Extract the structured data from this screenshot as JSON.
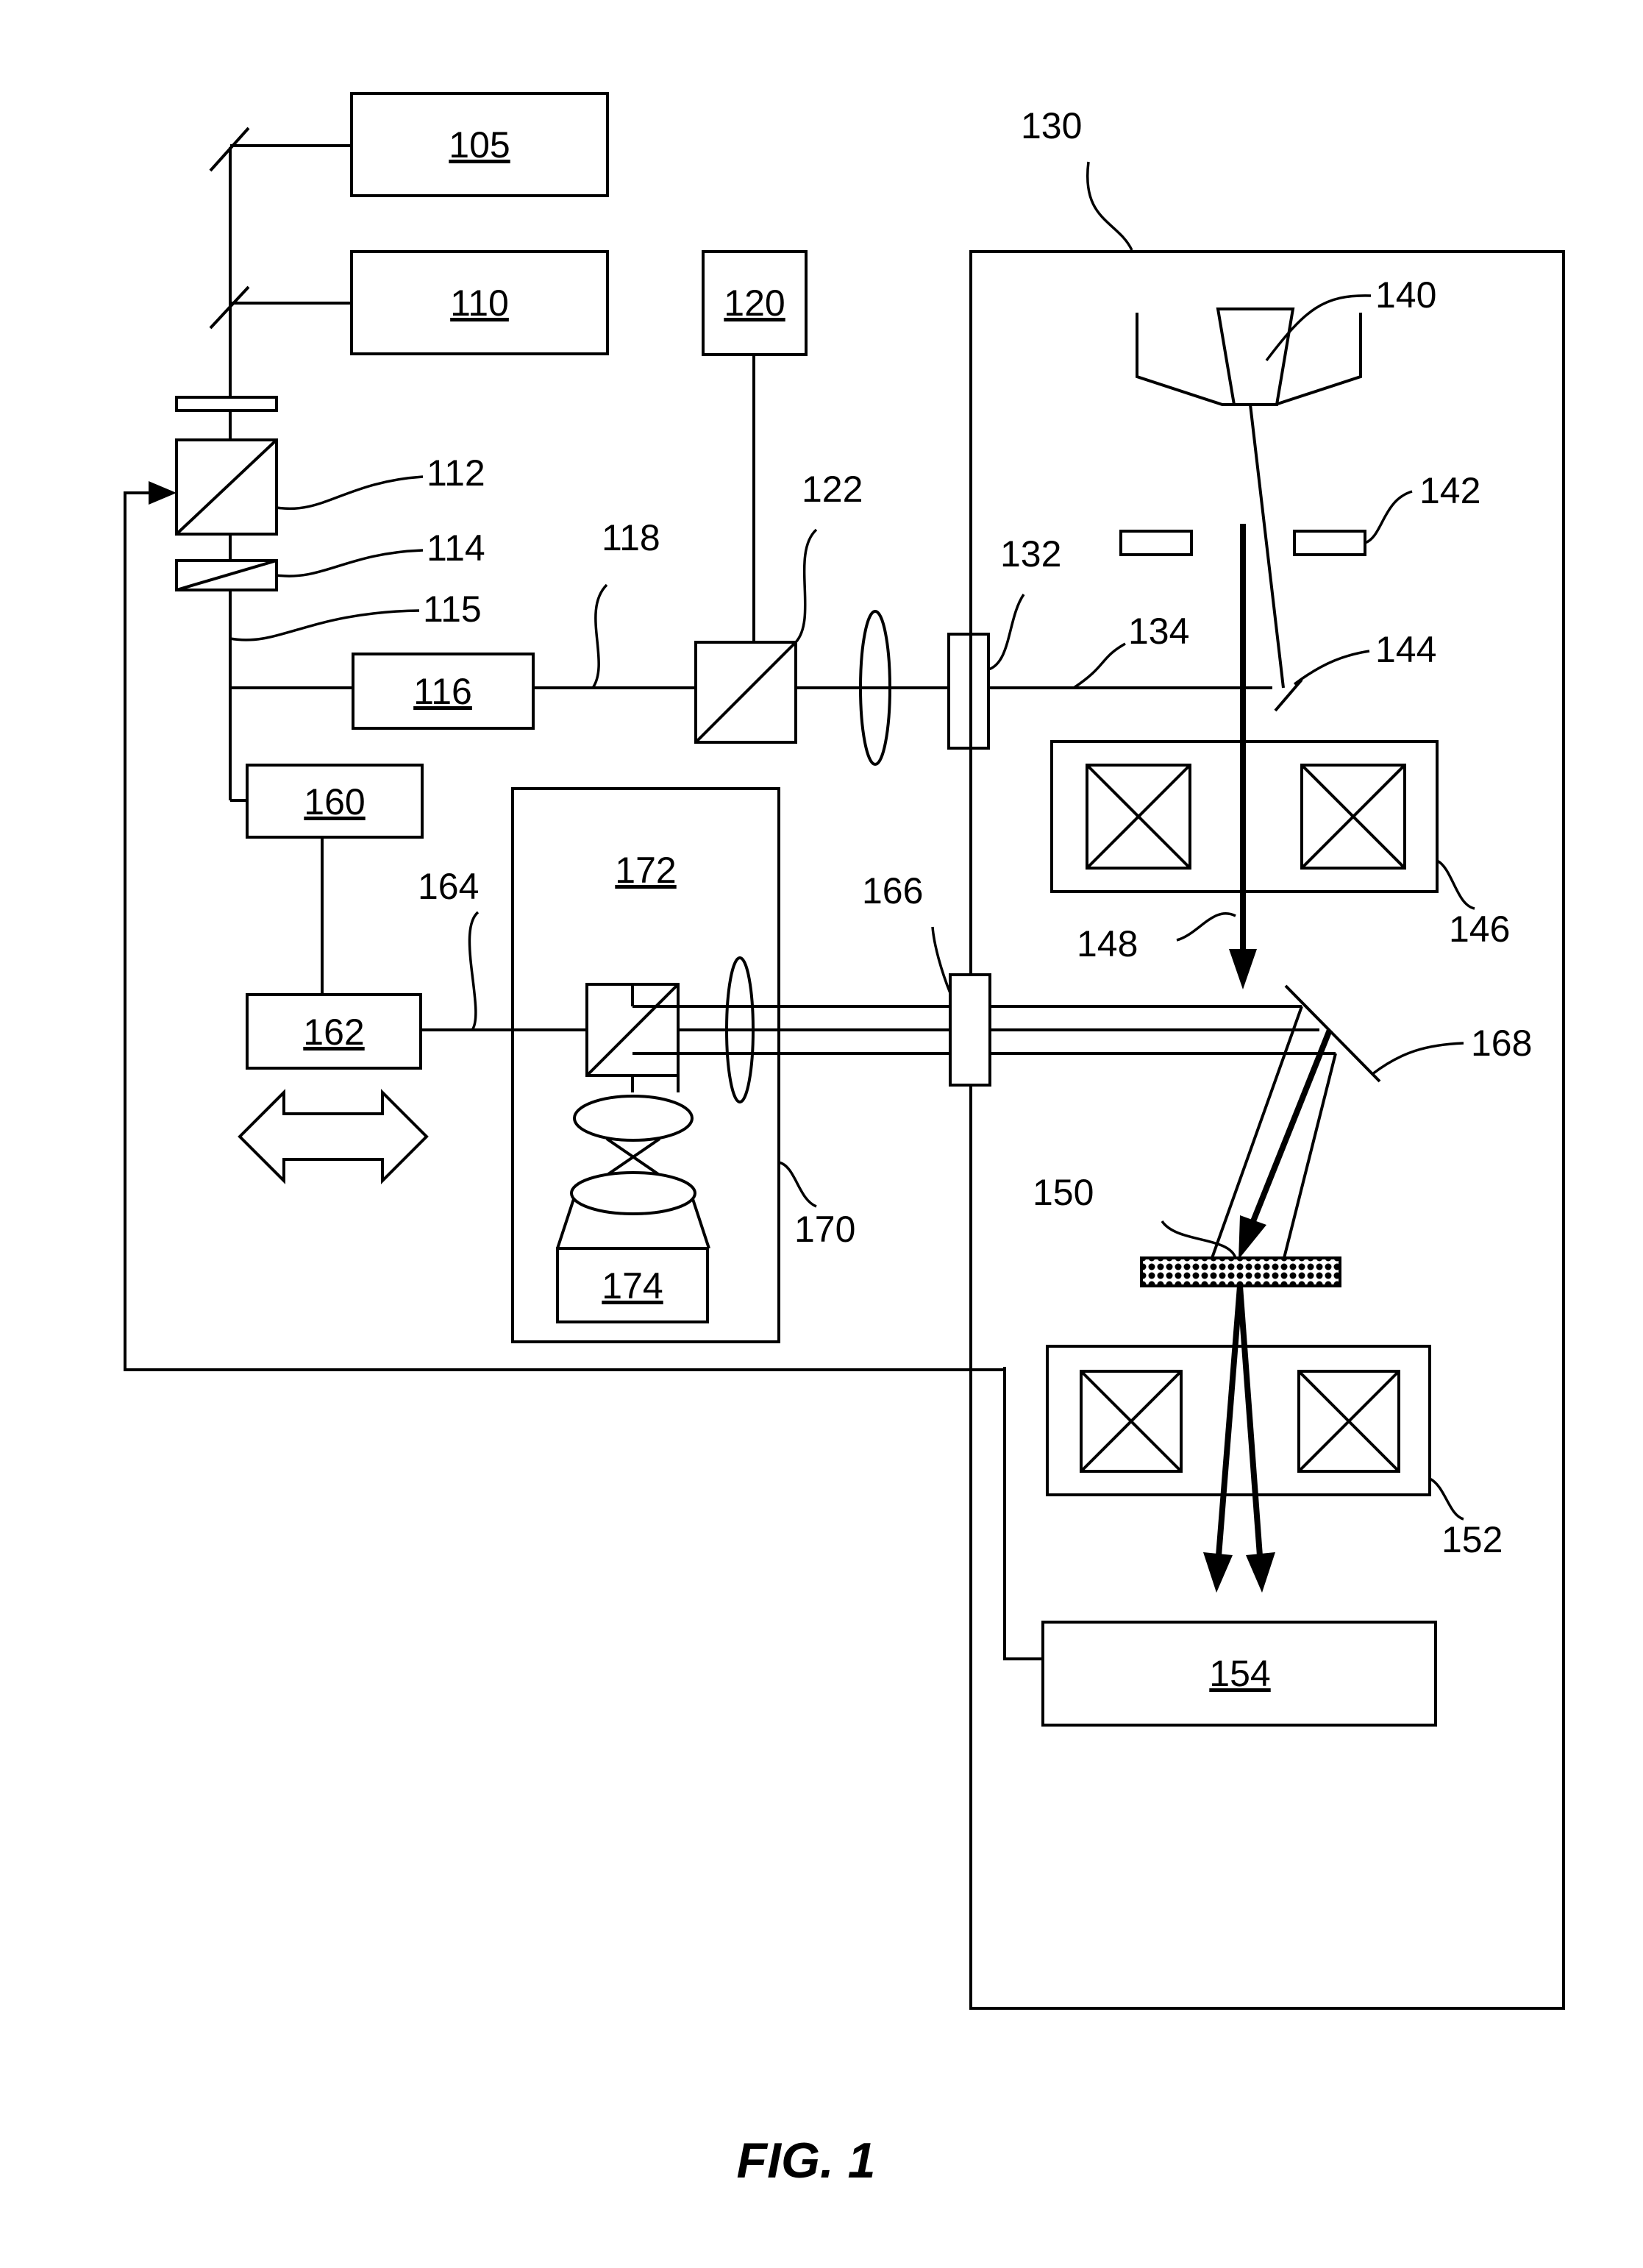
{
  "figure": {
    "caption": "FIG. 1",
    "components": {
      "c105": "105",
      "c110": "110",
      "c116": "116",
      "c120": "120",
      "c154": "154",
      "c160": "160",
      "c162": "162",
      "c172": "172",
      "c174": "174"
    },
    "callouts": {
      "r112": "112",
      "r114": "114",
      "r115": "115",
      "r118": "118",
      "r122": "122",
      "r130": "130",
      "r132": "132",
      "r134": "134",
      "r140": "140",
      "r142": "142",
      "r144": "144",
      "r146": "146",
      "r148": "148",
      "r150": "150",
      "r152": "152",
      "r164": "164",
      "r166": "166",
      "r168": "168",
      "r170": "170"
    }
  }
}
